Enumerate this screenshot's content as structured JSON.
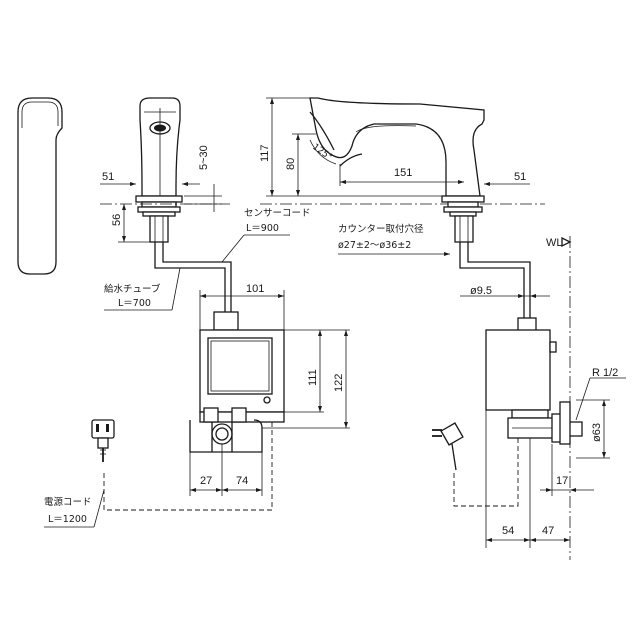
{
  "dimensions": {
    "d51_left": "51",
    "d5_30": "5~30",
    "d56": "56",
    "d117": "117",
    "d80": "80",
    "d_angle": "125°",
    "d151": "151",
    "d51_right": "51",
    "d9_5": "ø9.5",
    "d101": "101",
    "d111": "111",
    "d122": "122",
    "d27": "27",
    "d74": "74",
    "d_r": "R 1/2",
    "d63": "ø63",
    "d17": "17",
    "d54": "54",
    "d47": "47",
    "wl": "WL"
  },
  "labels": {
    "sensor_cord": "センサーコード",
    "sensor_cord_len": "L＝900",
    "counter_hole": "カウンター取付穴径",
    "counter_hole_dim": "ø27±2～ø36±2",
    "supply_tube": "給水チューブ",
    "supply_tube_len": "L＝700",
    "power_cord": "電源コード",
    "power_cord_len": "L＝1200"
  }
}
